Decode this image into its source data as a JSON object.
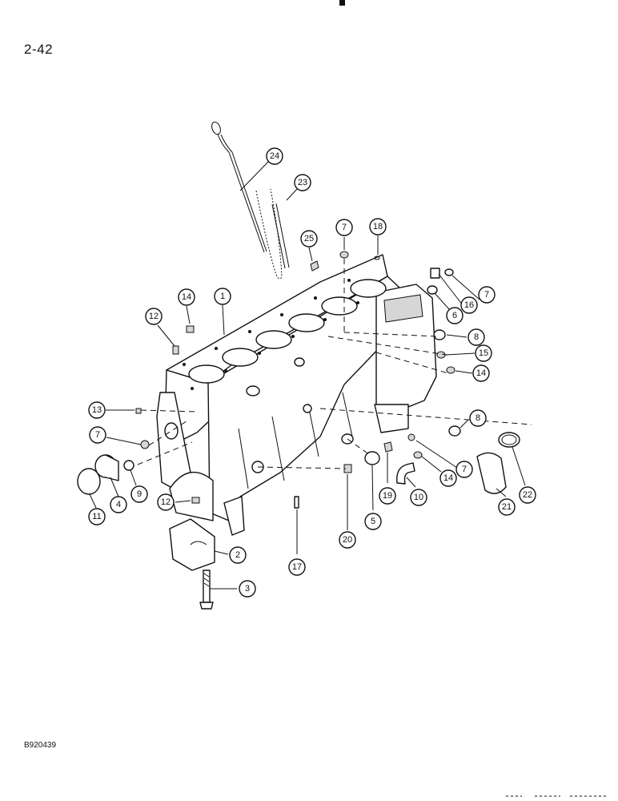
{
  "page": {
    "number": "2-42",
    "drawing_code": "B920439"
  },
  "diagram": {
    "callouts": [
      "24",
      "23",
      "25",
      "7",
      "18",
      "14",
      "1",
      "12",
      "7",
      "16",
      "6",
      "8",
      "15",
      "14",
      "13",
      "7",
      "8",
      "7",
      "14",
      "22",
      "11",
      "4",
      "9",
      "12",
      "19",
      "10",
      "21",
      "5",
      "20",
      "2",
      "17",
      "3"
    ]
  }
}
